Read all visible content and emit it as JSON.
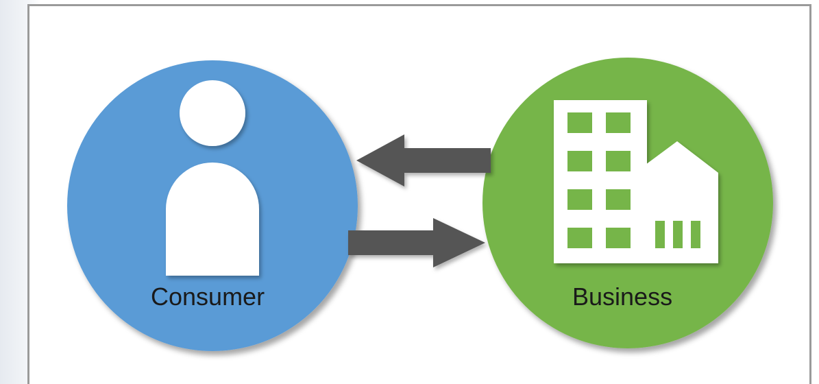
{
  "diagram": {
    "consumer": {
      "label": "Consumer",
      "color": "#5a9bd6",
      "icon": "person-icon"
    },
    "business": {
      "label": "Business",
      "color": "#76b54a",
      "icon": "building-icon"
    },
    "arrows": {
      "color": "#555555",
      "flows": [
        {
          "from": "business",
          "to": "consumer"
        },
        {
          "from": "consumer",
          "to": "business"
        }
      ]
    }
  }
}
